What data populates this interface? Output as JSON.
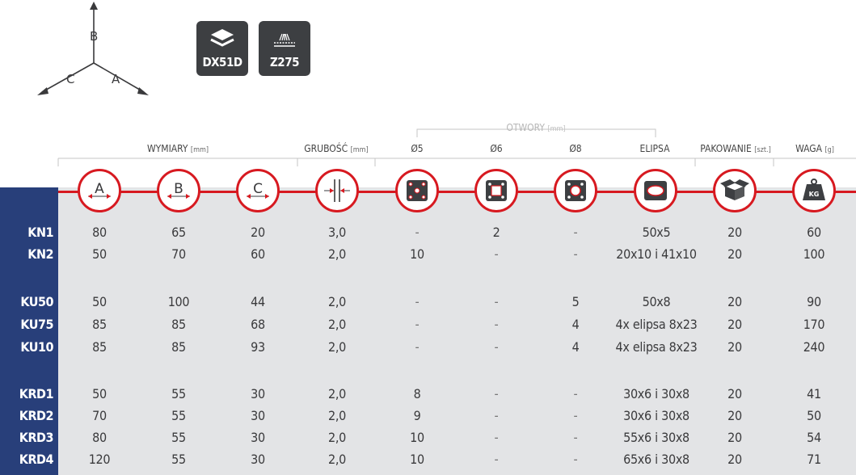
{
  "axes": {
    "b": "B",
    "c": "C",
    "a": "A"
  },
  "badges": [
    {
      "label": "DX51D",
      "icon": "layers-icon"
    },
    {
      "label": "Z275",
      "icon": "coating-icon"
    }
  ],
  "headers": {
    "wymiary": "WYMIARY",
    "wymiary_unit": "[mm]",
    "grubosc": "GRUBOŚĆ",
    "grubosc_unit": "[mm]",
    "otwory": "OTWORY",
    "otwory_unit": "[mm]",
    "h05": "Ø5",
    "h06": "Ø6",
    "h08": "Ø8",
    "elipsa": "ELIPSA",
    "pakowanie": "PAKOWANIE",
    "pakowanie_unit": "[szt.]",
    "waga": "WAGA",
    "waga_unit": "[g]"
  },
  "icons": {
    "a": "A",
    "b": "B",
    "c": "C",
    "kg": "KG"
  },
  "rows": [
    {
      "name": "KN1",
      "a": "80",
      "b": "65",
      "c": "20",
      "t": "3,0",
      "d5": "-",
      "d6": "2",
      "d8": "-",
      "elipsa": "50x5",
      "pak": "20",
      "waga": "60"
    },
    {
      "name": "KN2",
      "a": "50",
      "b": "70",
      "c": "60",
      "t": "2,0",
      "d5": "10",
      "d6": "-",
      "d8": "-",
      "elipsa": "20x10 i 41x10",
      "pak": "20",
      "waga": "100"
    },
    {
      "name": "KU50",
      "a": "50",
      "b": "100",
      "c": "44",
      "t": "2,0",
      "d5": "-",
      "d6": "-",
      "d8": "5",
      "elipsa": "50x8",
      "pak": "20",
      "waga": "90"
    },
    {
      "name": "KU75",
      "a": "85",
      "b": "85",
      "c": "68",
      "t": "2,0",
      "d5": "-",
      "d6": "-",
      "d8": "4",
      "elipsa": "4x elipsa 8x23",
      "pak": "20",
      "waga": "170"
    },
    {
      "name": "KU10",
      "a": "85",
      "b": "85",
      "c": "93",
      "t": "2,0",
      "d5": "-",
      "d6": "-",
      "d8": "4",
      "elipsa": "4x elipsa 8x23",
      "pak": "20",
      "waga": "240"
    },
    {
      "name": "KRD1",
      "a": "50",
      "b": "55",
      "c": "30",
      "t": "2,0",
      "d5": "8",
      "d6": "-",
      "d8": "-",
      "elipsa": "30x6 i 30x8",
      "pak": "20",
      "waga": "41"
    },
    {
      "name": "KRD2",
      "a": "70",
      "b": "55",
      "c": "30",
      "t": "2,0",
      "d5": "9",
      "d6": "-",
      "d8": "-",
      "elipsa": "30x6 i 30x8",
      "pak": "20",
      "waga": "50"
    },
    {
      "name": "KRD3",
      "a": "80",
      "b": "55",
      "c": "30",
      "t": "2,0",
      "d5": "10",
      "d6": "-",
      "d8": "-",
      "elipsa": "55x6 i 30x8",
      "pak": "20",
      "waga": "54"
    },
    {
      "name": "KRD4",
      "a": "120",
      "b": "55",
      "c": "30",
      "t": "2,0",
      "d5": "10",
      "d6": "-",
      "d8": "-",
      "elipsa": "65x6 i 30x8",
      "pak": "20",
      "waga": "71"
    }
  ],
  "colors": {
    "navy": "#283f7a",
    "red": "#d71920",
    "band": "#e3e4e6",
    "badge": "#3d3f42"
  }
}
